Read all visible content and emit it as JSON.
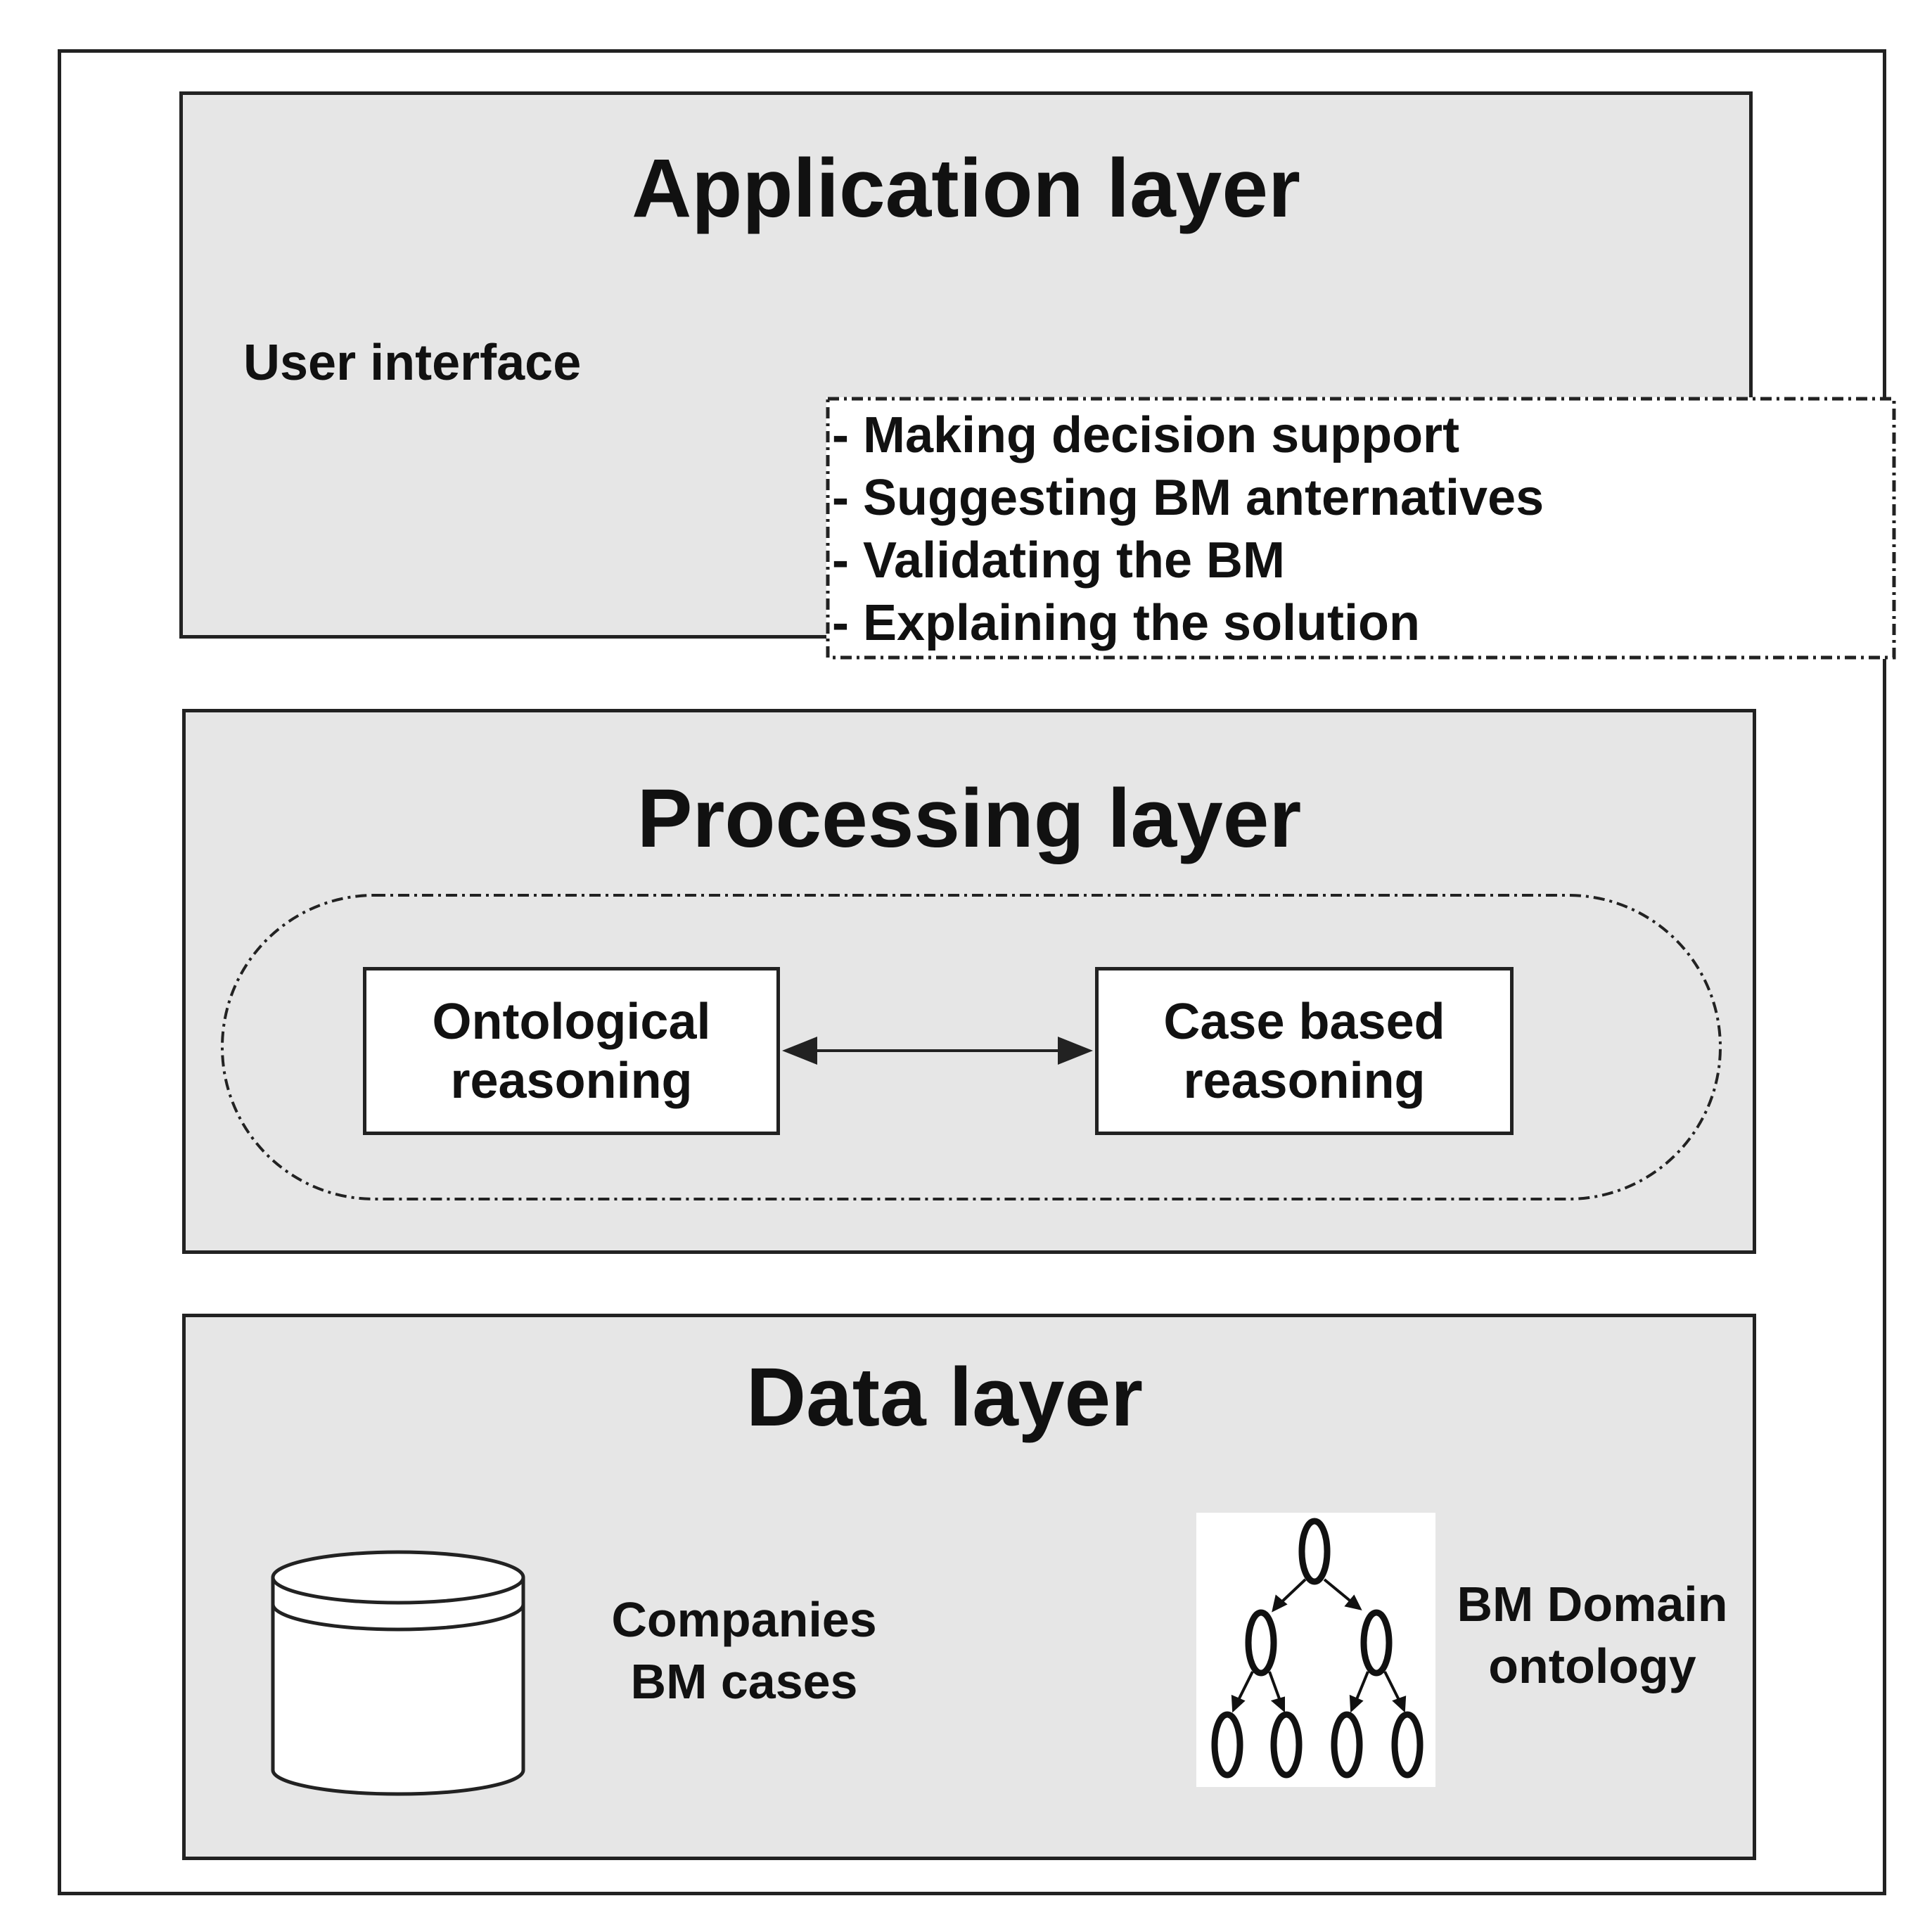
{
  "application_layer": {
    "title": "Application layer",
    "user_interface_label": "User interface",
    "tasks": [
      "- Making decision support",
      "- Suggesting BM anternatives",
      "- Validating the BM",
      "- Explaining the solution"
    ]
  },
  "processing_layer": {
    "title": "Processing layer",
    "left_module": {
      "line1": "Ontological",
      "line2": "reasoning"
    },
    "right_module": {
      "line1": "Case based",
      "line2": "reasoning"
    }
  },
  "data_layer": {
    "title": "Data layer",
    "database": {
      "line1": "Companies",
      "line2": "BM cases"
    },
    "ontology": {
      "line1": "BM Domain",
      "line2": "ontology"
    }
  },
  "colors": {
    "layer_fill": "#e6e6e6",
    "stroke": "#222222",
    "box_fill": "#ffffff"
  },
  "icons": [
    "database-icon",
    "ontology-tree-icon",
    "bidirectional-arrow-icon"
  ]
}
